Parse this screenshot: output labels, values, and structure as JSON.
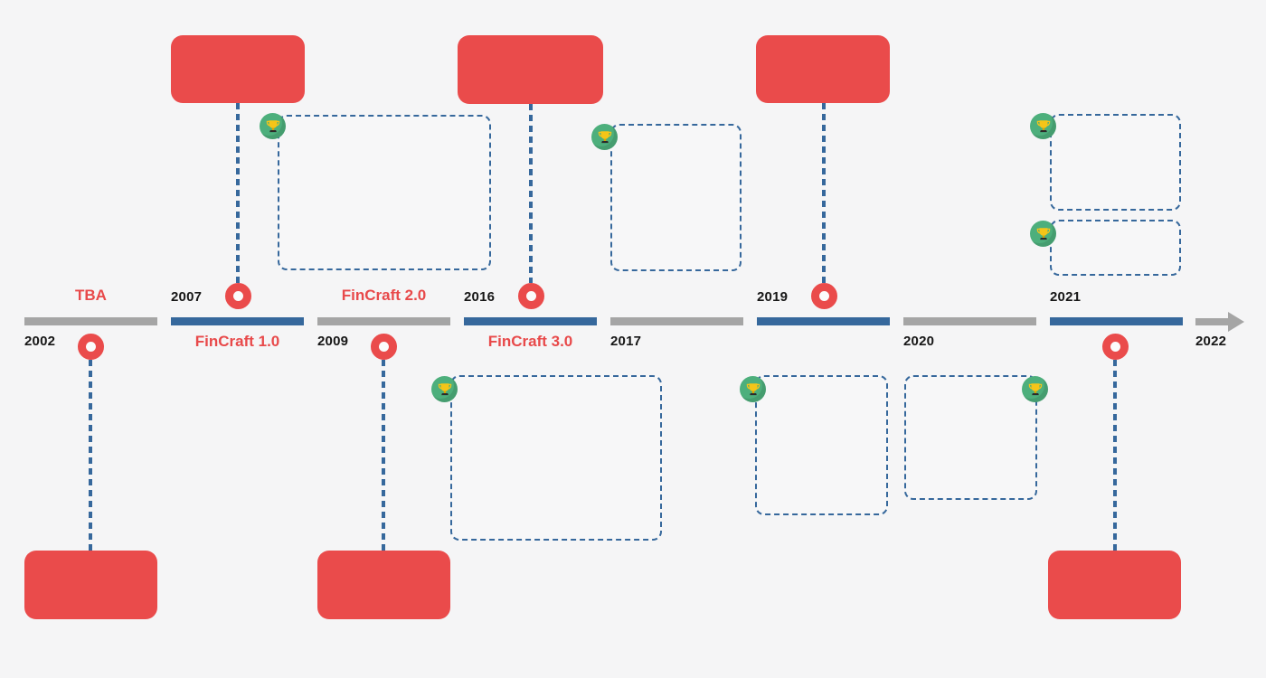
{
  "colors": {
    "background": "#f5f5f6",
    "milestone_red": "#ea4b4b",
    "release_text_red": "#e8494a",
    "segment_blue": "#36689c",
    "segment_gray": "#a5a5a5",
    "dashed_blue": "#36689c",
    "trophy_green": "#4daf7c",
    "trophy_gold": "#f5c518",
    "year_text": "#161616"
  },
  "icons": {
    "award": "trophy-icon",
    "milestone_marker": "donut-circle-icon",
    "timeline_end": "right-arrow-icon"
  },
  "timeline": {
    "segments": [
      {
        "top_label": "TBA",
        "bottom_label": "2002",
        "color": "gray"
      },
      {
        "top_label": "2007",
        "bottom_label": "FinCraft 1.0",
        "color": "blue"
      },
      {
        "top_label": "FinCraft 2.0",
        "bottom_label": "2009",
        "color": "gray"
      },
      {
        "top_label": "2016",
        "bottom_label": "FinCraft 3.0",
        "color": "blue"
      },
      {
        "top_label": "",
        "bottom_label": "2017",
        "color": "gray"
      },
      {
        "top_label": "2019",
        "bottom_label": "",
        "color": "blue"
      },
      {
        "top_label": "",
        "bottom_label": "2020",
        "color": "gray"
      },
      {
        "top_label": "2021",
        "bottom_label": "",
        "color": "blue"
      }
    ],
    "end_label": "2022"
  },
  "milestones": {
    "above": [
      "2007",
      "2016",
      "2019"
    ],
    "below": [
      "2002",
      "2009",
      "2021"
    ]
  },
  "award_box_count": 7
}
